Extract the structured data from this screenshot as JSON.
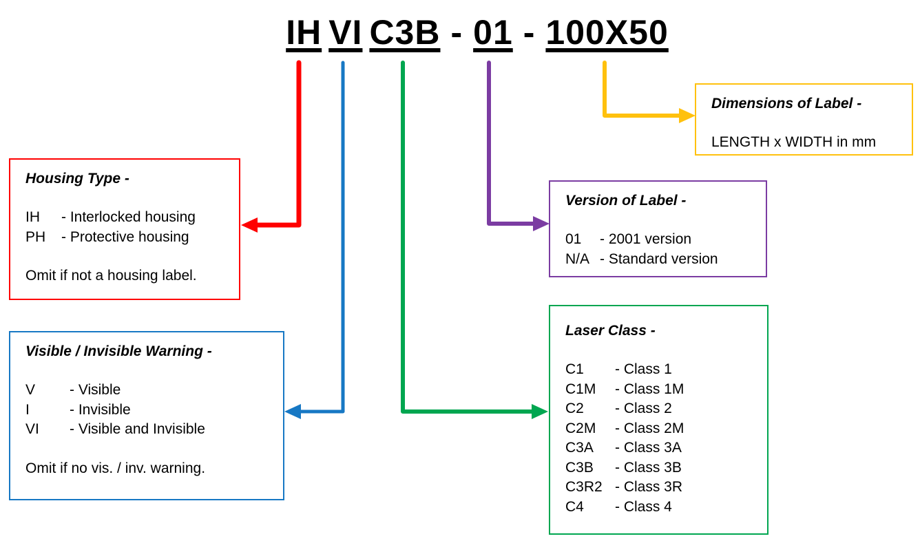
{
  "title": {
    "full": "IH VI C3B - 01 - 100X50",
    "segments": [
      {
        "text": "IH"
      },
      {
        "text": "VI"
      },
      {
        "text": "C3B"
      },
      {
        "text": "-"
      },
      {
        "text": "01"
      },
      {
        "text": "-"
      },
      {
        "text": "100X50"
      }
    ]
  },
  "colors": {
    "housing": "#FF0000",
    "warning": "#1778C4",
    "laser_class": "#00A650",
    "version": "#7B3CA2",
    "dimensions": "#FFC10E",
    "text": "#000000",
    "background": "#FFFFFF"
  },
  "boxes": {
    "housing": {
      "heading": "Housing Type -",
      "items": [
        {
          "code": "IH",
          "desc": "- Interlocked housing"
        },
        {
          "code": "PH",
          "desc": "- Protective housing"
        }
      ],
      "note": "Omit if not a housing label."
    },
    "warning": {
      "heading": "Visible / Invisible Warning -",
      "items": [
        {
          "code": "V",
          "desc": "- Visible"
        },
        {
          "code": "I",
          "desc": "- Invisible"
        },
        {
          "code": "VI",
          "desc": "- Visible and Invisible"
        }
      ],
      "note": "Omit if no vis. / inv. warning."
    },
    "laser_class": {
      "heading": "Laser Class -",
      "items": [
        {
          "code": "C1",
          "desc": "- Class 1"
        },
        {
          "code": "C1M",
          "desc": "- Class 1M"
        },
        {
          "code": "C2",
          "desc": "- Class 2"
        },
        {
          "code": "C2M",
          "desc": "- Class 2M"
        },
        {
          "code": "C3A",
          "desc": "- Class 3A"
        },
        {
          "code": "C3B",
          "desc": "- Class 3B"
        },
        {
          "code": "C3R2",
          "desc": "- Class 3R"
        },
        {
          "code": "C4",
          "desc": "- Class 4"
        }
      ]
    },
    "version": {
      "heading": "Version of Label -",
      "items": [
        {
          "code": "01",
          "desc": "- 2001 version"
        },
        {
          "code": "N/A",
          "desc": "- Standard version"
        }
      ]
    },
    "dimensions": {
      "heading": "Dimensions of Label -",
      "note": "LENGTH x WIDTH in mm"
    }
  }
}
